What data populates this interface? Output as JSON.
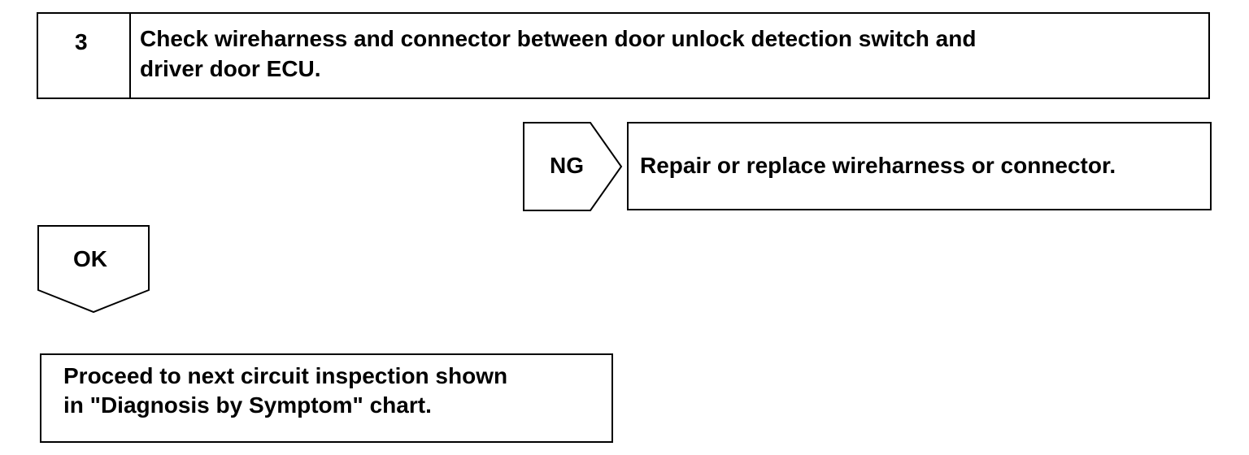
{
  "step": {
    "number": "3",
    "title_line1": "Check wireharness and connector between door unlock detection switch and",
    "title_line2": "driver door ECU."
  },
  "ng_branch": {
    "label": "NG",
    "action": "Repair or replace wireharness or connector."
  },
  "ok_branch": {
    "label": "OK"
  },
  "next_step": {
    "line1": "Proceed to next circuit inspection shown",
    "line2": "in \"Diagnosis by Symptom\" chart."
  }
}
